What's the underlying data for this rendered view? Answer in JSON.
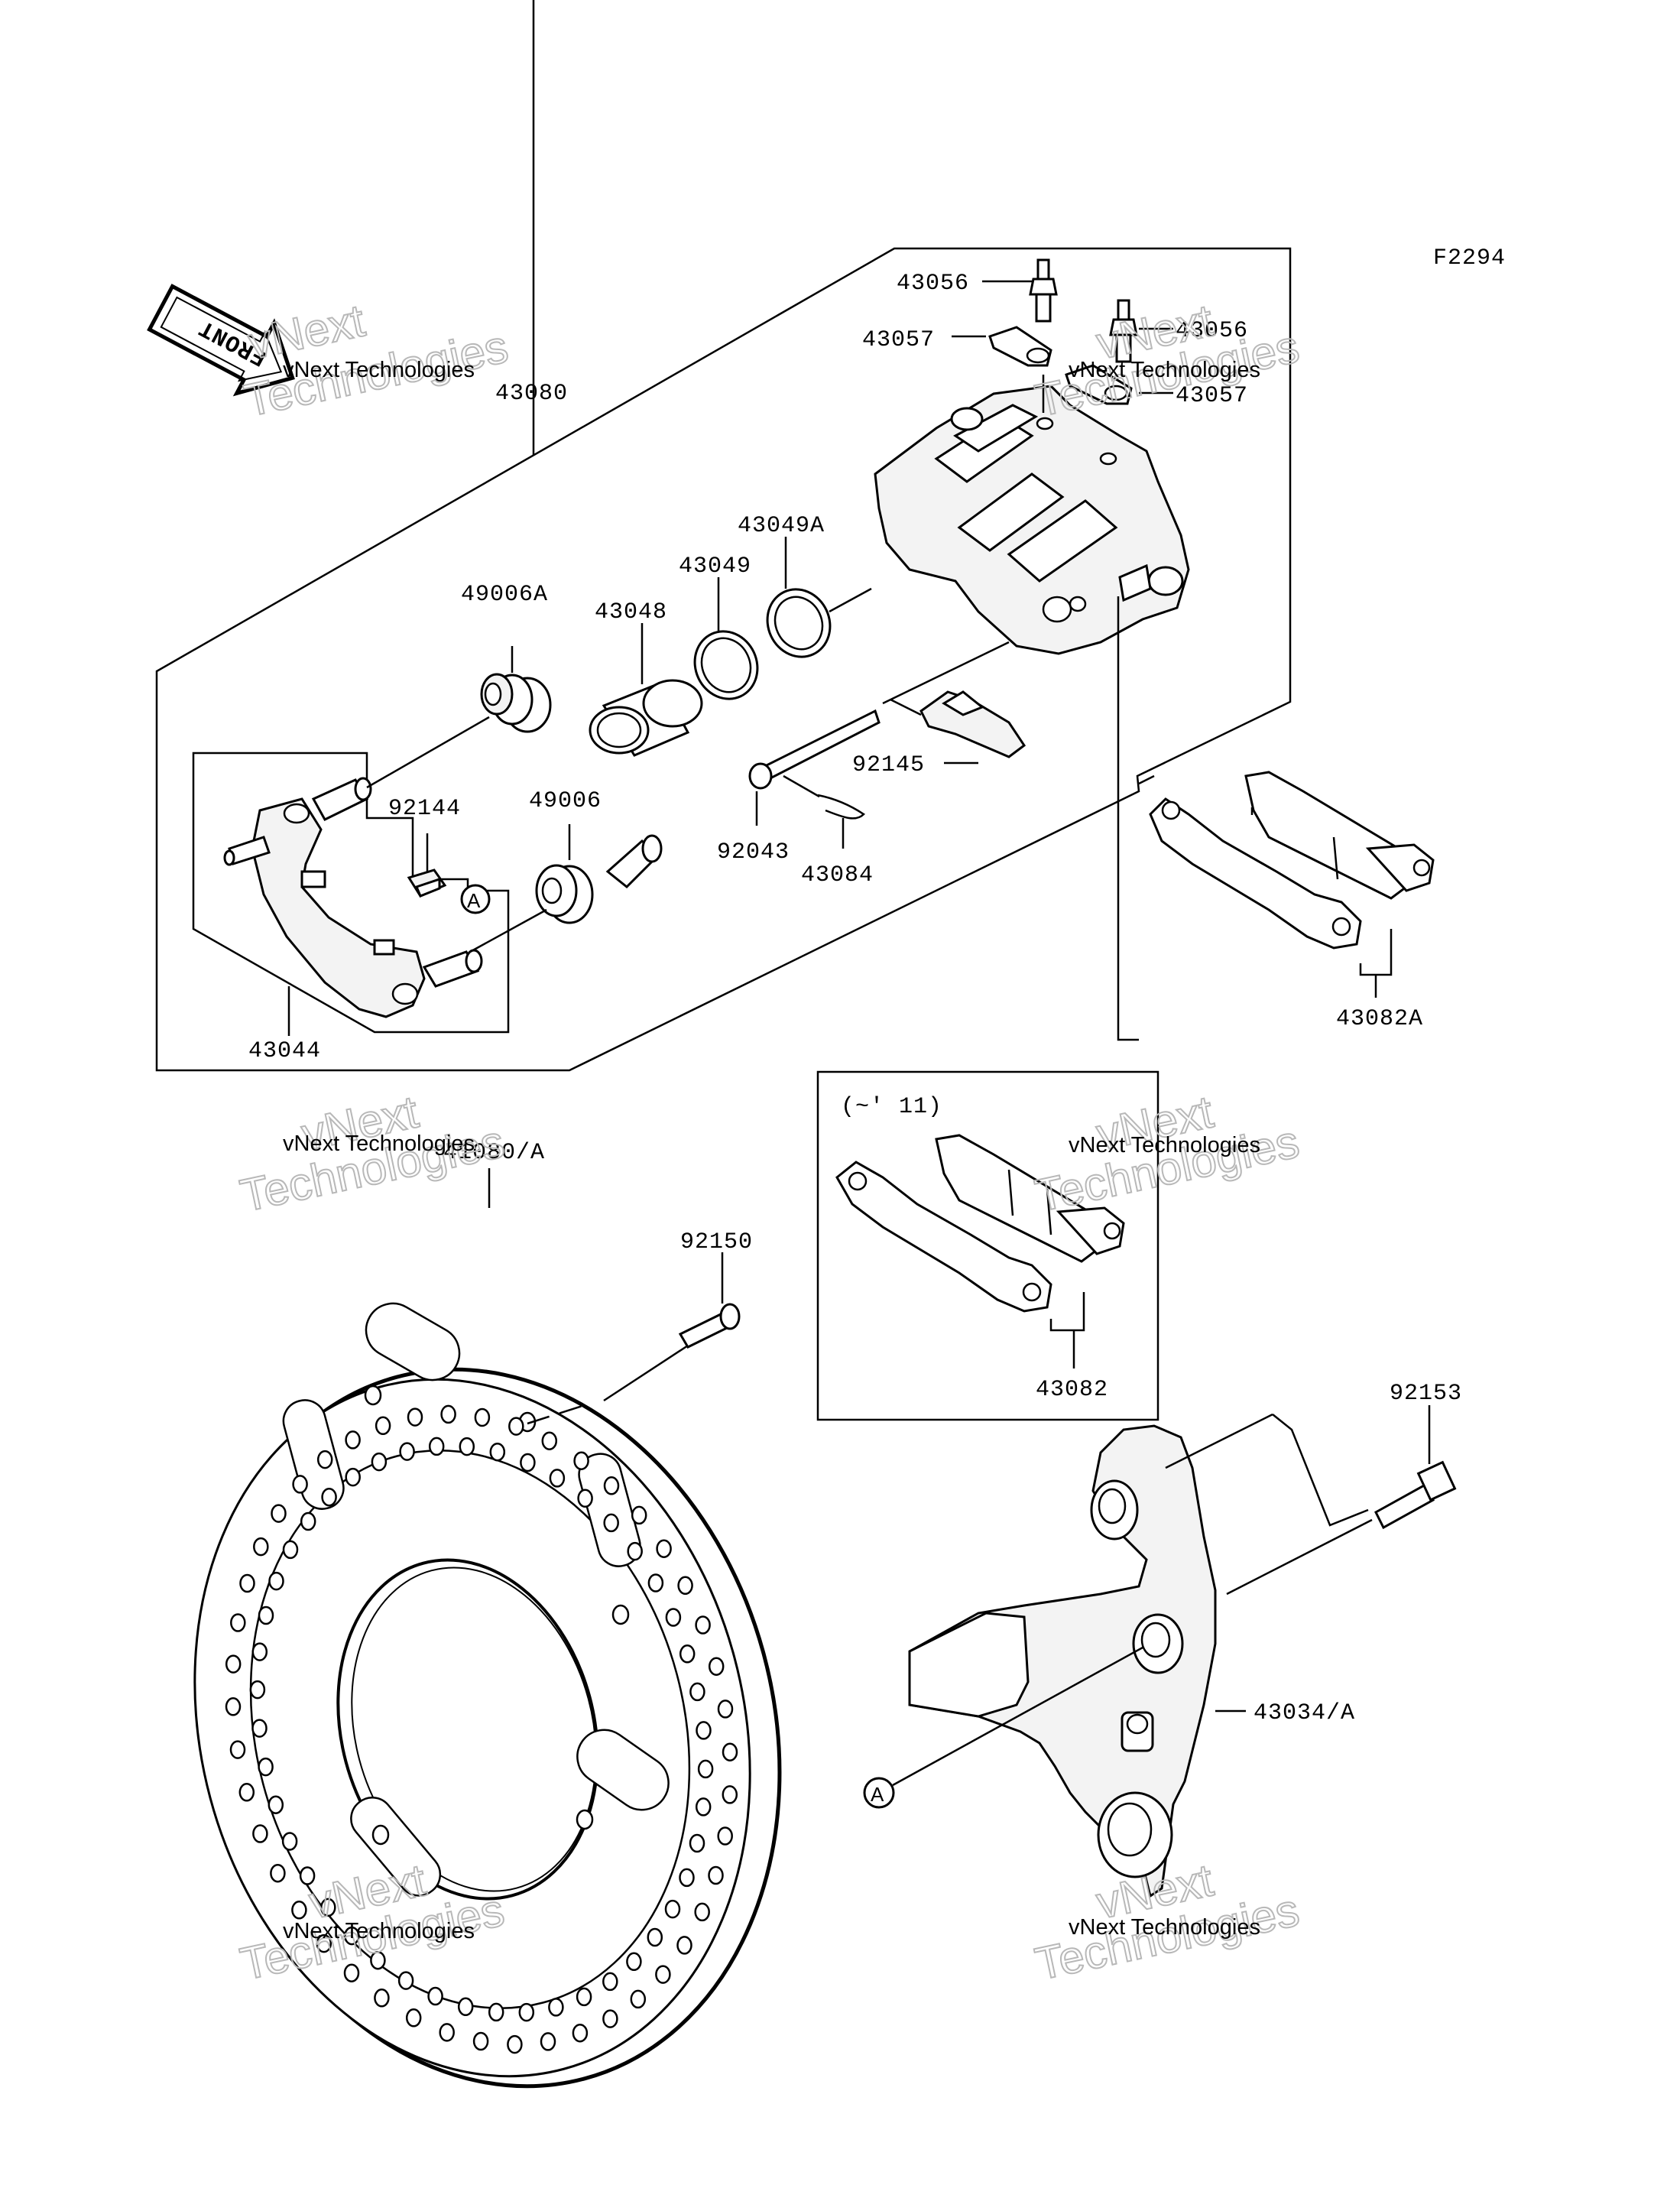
{
  "figure_code": "F2294",
  "front_arrow_label": "FRONT",
  "callouts": {
    "c43080": "43080",
    "c43056a": "43056",
    "c43056b": "43056",
    "c43057a": "43057",
    "c43057b": "43057",
    "c43049A": "43049A",
    "c43049": "43049",
    "c43048": "43048",
    "c49006A": "49006A",
    "c92144": "92144",
    "c49006": "49006",
    "c92145": "92145",
    "c92043": "92043",
    "c43084": "43084",
    "c43044": "43044",
    "c43082A": "43082A",
    "c41080A": "41080/A",
    "c92150": "92150",
    "c43082": "43082",
    "c92153": "92153",
    "c43034A": "43034/A"
  },
  "marker_a": "A",
  "inset_note": "(~' 11)",
  "watermark": {
    "company": "vNext Technologies",
    "big_line1": "vNext",
    "big_line2": "Technologies"
  }
}
